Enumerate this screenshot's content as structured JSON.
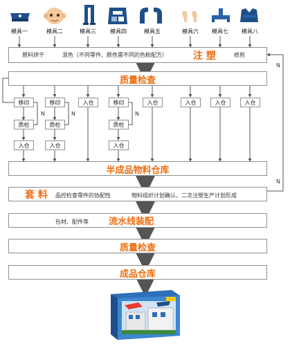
{
  "molds": [
    {
      "label": "模具一",
      "icon": "cap-icon"
    },
    {
      "label": "模具二",
      "icon": "face-icon"
    },
    {
      "label": "模具三",
      "icon": "legs-icon"
    },
    {
      "label": "模具四",
      "icon": "torso-icon"
    },
    {
      "label": "模具五",
      "icon": "arms-icon"
    },
    {
      "label": "模具六",
      "icon": "hands-icon"
    },
    {
      "label": "模具七",
      "icon": "connector-icon"
    },
    {
      "label": "模具八",
      "icon": "vest-icon"
    }
  ],
  "raw": {
    "left_text": "原料烘干",
    "mix_text": "混色（不同零件、颜色需不同的色粉配方）",
    "injection": "注  塑",
    "trim": "修剪"
  },
  "qc1": "质量检查",
  "cols": {
    "transfer": "移印",
    "inspect": "质检",
    "store": "入仓",
    "n": "N"
  },
  "semi": "半成品物料仓库",
  "kit": {
    "title": "套  料",
    "desc1": "品控检查零件的协配性",
    "desc2": "物料组织计划确认，二次注塑生产计划形成"
  },
  "assembly": {
    "pre": "包材、配件等",
    "title": "流水线装配"
  },
  "qc2": "质量检查",
  "finished": "成品仓库",
  "colors": {
    "accent": "#ee6d10",
    "mold_blue": "#2a63a8",
    "skin": "#f3c9a0"
  },
  "product": {
    "icon": "toy-box-icon"
  }
}
